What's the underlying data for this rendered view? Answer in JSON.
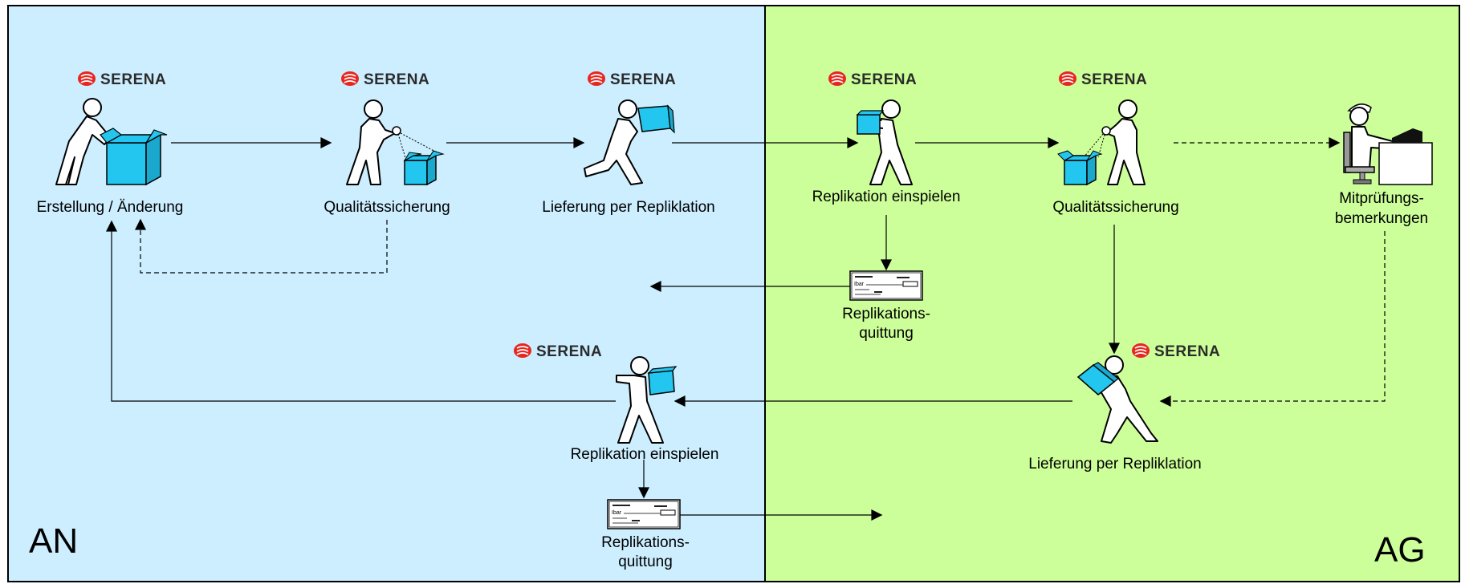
{
  "zones": {
    "left": {
      "label": "AN",
      "color": "#cceeff"
    },
    "right": {
      "label": "AG",
      "color": "#ccff99"
    }
  },
  "brand": "SERENA",
  "colors": {
    "box": "#22c6ee",
    "logo": "#e8251f",
    "line": "#000000"
  },
  "nodes": {
    "erstellung": "Erstellung / Änderung",
    "qs_an": "Qualitätssicherung",
    "lieferung_an": "Lieferung per Repliklation",
    "einspielen_ag": "Replikation einspielen",
    "qs_ag": "Qualitätssicherung",
    "mitpruefung_1": "Mitprüfungs-",
    "mitpruefung_2": "bemerkungen",
    "quittung_ag_1": "Replikations-",
    "quittung_ag_2": "quittung",
    "einspielen_an": "Replikation einspielen",
    "lieferung_ag": "Lieferung per Repliklation",
    "quittung_an_1": "Replikations-",
    "quittung_an_2": "quittung"
  },
  "slip": {
    "line_label": "Ibar"
  }
}
